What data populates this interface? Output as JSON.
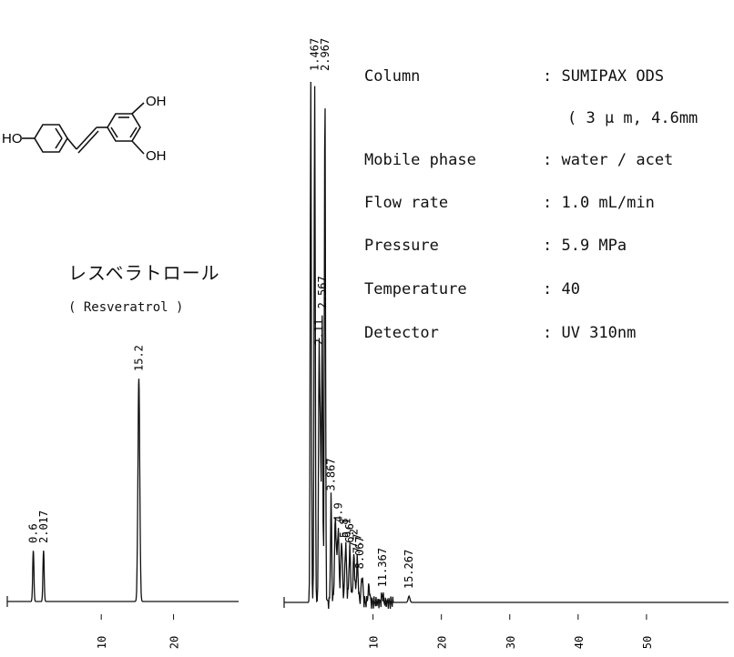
{
  "compound": {
    "name_jp": "レスベラトロール",
    "name_en": "( Resveratrol )",
    "structure_labels": {
      "left_group": "HO",
      "top_group": "OH",
      "bottom_group": "OH"
    }
  },
  "conditions": [
    {
      "label": "Column",
      "value": ": SUMIPAX ODS"
    },
    {
      "label": "",
      "value": "( 3 μ m,  4.6mm"
    },
    {
      "label": "Mobile phase",
      "value": ": water  /  acet"
    },
    {
      "label": "Flow rate",
      "value": ": 1.0 mL/min"
    },
    {
      "label": "Pressure",
      "value": ": 5.9 MPa"
    },
    {
      "label": "Temperature",
      "value": ": 40"
    },
    {
      "label": "Detector",
      "value": ": UV 310nm"
    }
  ],
  "chart_data": [
    {
      "type": "line",
      "title": "",
      "xlabel": "",
      "ylabel": "",
      "xlim": [
        -3,
        29
      ],
      "x_ticks": [
        "10",
        "20"
      ],
      "peaks": [
        {
          "rt": 0.6,
          "height": 0.08
        },
        {
          "rt": 2.017,
          "height": 0.08
        },
        {
          "rt": 15.2,
          "height": 0.35
        }
      ],
      "peak_labels": [
        "0.6",
        "2.017",
        "15.2"
      ]
    },
    {
      "type": "line",
      "title": "",
      "xlabel": "",
      "ylabel": "",
      "xlim": [
        -3,
        62
      ],
      "x_ticks": [
        "10",
        "20",
        "30",
        "40",
        "50"
      ],
      "peaks": [
        {
          "rt": 0.9,
          "height": 1.0
        },
        {
          "rt": 1.467,
          "height": 1.0
        },
        {
          "rt": 2.967,
          "height": 1.0
        },
        {
          "rt": 2.3,
          "height": 0.3
        },
        {
          "rt": 2.567,
          "height": 0.55
        },
        {
          "rt": 2.11,
          "height": 0.48
        },
        {
          "rt": 3.867,
          "height": 0.2
        },
        {
          "rt": 4.5,
          "height": 0.16
        },
        {
          "rt": 4.9,
          "height": 0.14
        },
        {
          "rt": 5.4,
          "height": 0.12
        },
        {
          "rt": 6.0,
          "height": 0.11
        },
        {
          "rt": 6.6,
          "height": 0.1
        },
        {
          "rt": 7.2,
          "height": 0.09
        },
        {
          "rt": 7.7,
          "height": 0.08
        },
        {
          "rt": 8.4,
          "height": 0.05
        },
        {
          "rt": 9.4,
          "height": 0.03
        },
        {
          "rt": 11.367,
          "height": 0.015
        },
        {
          "rt": 15.267,
          "height": 0.012
        }
      ],
      "peak_labels": [
        "1.467",
        "2.967",
        "2.567",
        "2.11",
        "3.867",
        "4.9",
        "5.8",
        "6.1",
        "6.6",
        "7.2",
        "7.7",
        "8.067",
        "11.367",
        "15.267"
      ]
    }
  ]
}
